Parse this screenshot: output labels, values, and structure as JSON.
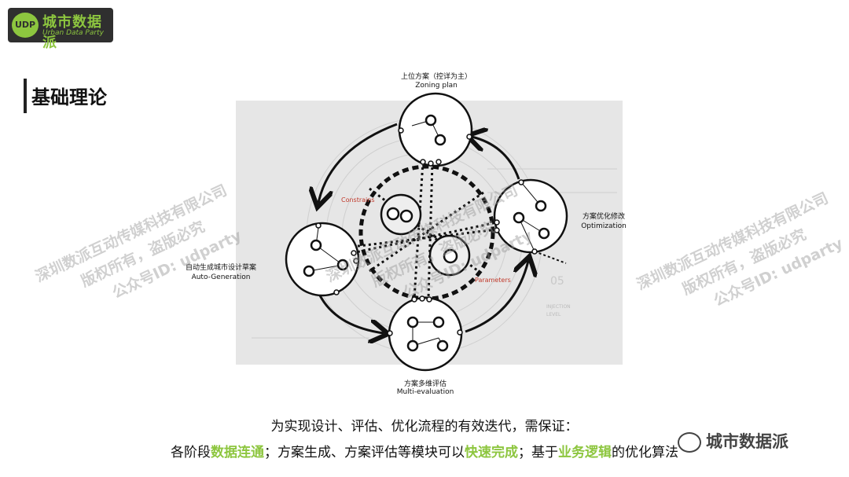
{
  "logo": {
    "badge": "UDP",
    "name": "城市数据派",
    "sub": "Urban Data Party"
  },
  "title": "基础理论",
  "nodes": {
    "top": {
      "zh": "上位方案（控详为主）",
      "en": "Zoning  plan"
    },
    "right": {
      "zh": "方案优化修改",
      "en": "Optimization"
    },
    "bottom": {
      "zh": "方案多维评估",
      "en": "Multi-evaluation"
    },
    "left": {
      "zh": "自动生成城市设计草案",
      "en": "Auto-Generation"
    }
  },
  "labels": {
    "constrains": "Constrains",
    "parameters": "Parameters",
    "bg_num": "05",
    "bg_text1": "INJECTION",
    "bg_text2": "LEVEL"
  },
  "watermark": {
    "line1": "深圳数派互动传媒科技有限公司",
    "line2": "版权所有，盗版必究",
    "line3": "公众号ID: udparty"
  },
  "caption": {
    "line1": "为实现设计、评估、优化流程的有效迭代，需保证：",
    "l2_a": "各阶段",
    "l2_hl1": "数据连通",
    "l2_b": "；方案生成、方案评估等模块可以",
    "l2_hl2": "快速完成",
    "l2_c": "；基于",
    "l2_hl3": "业务逻辑",
    "l2_d": "的优化算法"
  },
  "wechat": "城市数据派",
  "colors": {
    "accent": "#8dc63f",
    "red": "#c0392b"
  }
}
